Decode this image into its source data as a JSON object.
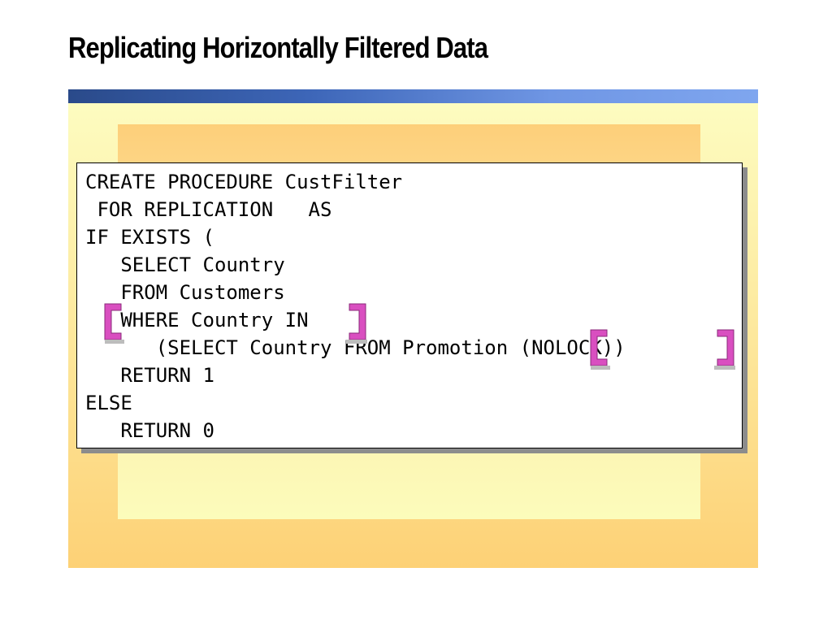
{
  "slide": {
    "title": "Replicating Horizontally Filtered Data"
  },
  "code_block": {
    "lines": [
      "CREATE PROCEDURE CustFilter",
      " FOR REPLICATION   AS",
      "IF EXISTS (",
      "   SELECT Country",
      "   FROM Customers",
      "   WHERE Country IN",
      "      (SELECT Country FROM Promotion (NOLOCK))",
      "   RETURN 1",
      "ELSE",
      "   RETURN 0"
    ]
  },
  "colors": {
    "bar_dark": "#2a4a8a",
    "bar_light": "#7fa6ef",
    "panel_light": "#fcfcbb",
    "panel_orange": "#fdd176",
    "bracket_magenta": "#d94fc0",
    "bracket_gray": "#bdbdbd"
  },
  "icons": [
    "left-bracket-icon",
    "right-bracket-icon"
  ]
}
